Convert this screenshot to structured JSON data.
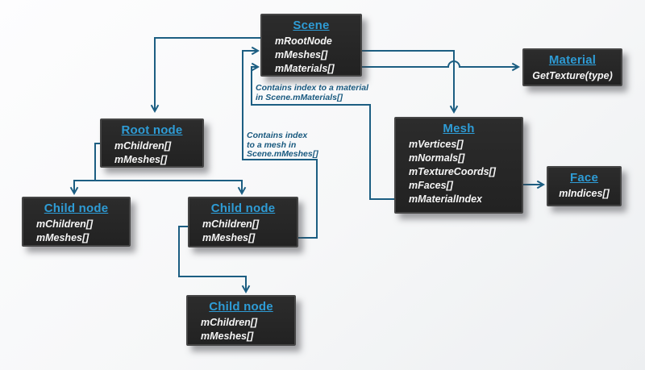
{
  "diagram": {
    "boxes": {
      "scene": {
        "title": "Scene",
        "fields": [
          "mRootNode",
          "mMeshes[]",
          "mMaterials[]"
        ]
      },
      "root_node": {
        "title": "Root node",
        "fields": [
          "mChildren[]",
          "mMeshes[]"
        ]
      },
      "child_left": {
        "title": "Child node",
        "fields": [
          "mChildren[]",
          "mMeshes[]"
        ]
      },
      "child_middle": {
        "title": "Child node",
        "fields": [
          "mChildren[]",
          "mMeshes[]"
        ]
      },
      "child_bottom": {
        "title": "Child node",
        "fields": [
          "mChildren[]",
          "mMeshes[]"
        ]
      },
      "mesh": {
        "title": "Mesh",
        "fields": [
          "mVertices[]",
          "mNormals[]",
          "mTextureCoords[]",
          "mFaces[]",
          "mMaterialIndex"
        ]
      },
      "material": {
        "title": "Material",
        "fields": [
          "GetTexture(type)"
        ]
      },
      "face": {
        "title": "Face",
        "fields": [
          "mIndices[]"
        ]
      }
    },
    "annotations": {
      "material_note": {
        "lines": [
          "Contains index to a material",
          "in Scene.mMaterials[]"
        ]
      },
      "mesh_note": {
        "lines": [
          "Contains index",
          "to a mesh in",
          "Scene.mMeshes[]"
        ]
      }
    },
    "colors": {
      "accent_blue": "#2e9cd6",
      "line_blue": "#1c5e82",
      "box_background": "#262626"
    }
  }
}
